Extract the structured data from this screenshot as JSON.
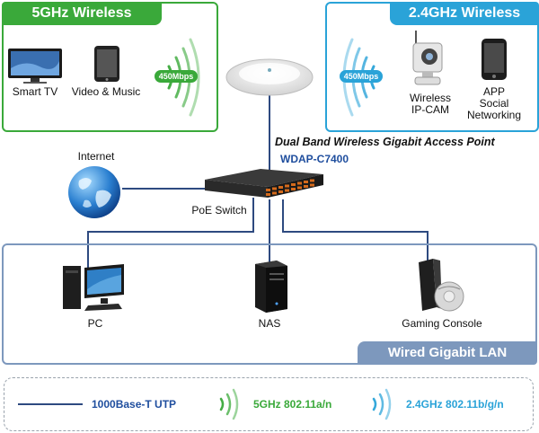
{
  "panels": {
    "wireless5": {
      "title": "5GHz Wireless",
      "color": "#3aa93a"
    },
    "wireless24": {
      "title": "2.4GHz Wireless",
      "color": "#2aa3d8"
    },
    "wired": {
      "title": "Wired Gigabit LAN",
      "color": "#7d98bd"
    }
  },
  "devices": {
    "smart_tv": "Smart TV",
    "video_music": "Video & Music",
    "wireless_ipcam": [
      "Wireless",
      "IP-CAM"
    ],
    "app_social": [
      "APP",
      "Social",
      "Networking"
    ],
    "internet": "Internet",
    "poe_switch": "PoE Switch",
    "pc": "PC",
    "nas": "NAS",
    "gaming_console": "Gaming Console"
  },
  "speed_badges": {
    "ghz5": "450Mbps",
    "ghz24": "450Mbps"
  },
  "product": {
    "description": "Dual Band Wireless Gigabit Access Point",
    "model": "WDAP-C7400"
  },
  "legend": {
    "utp": "1000Base-T UTP",
    "ghz5": "5GHz 802.11a/n",
    "ghz24": "2.4GHz 802.11b/g/n"
  },
  "colors": {
    "cable": "#2e4a80",
    "wave5": "#3aa93a",
    "wave24": "#2aa3d8",
    "model": "#1f4e9e"
  }
}
